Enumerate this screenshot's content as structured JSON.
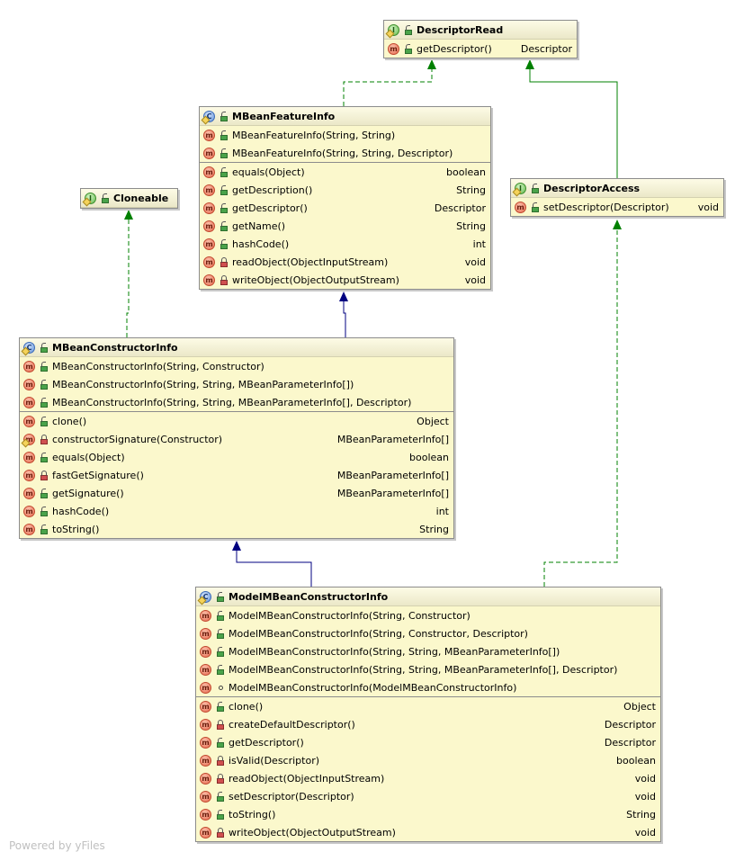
{
  "diagram": {
    "type": "uml-class-diagram",
    "footer": "Powered by yFiles",
    "colors": {
      "node_fill": "#fbf8cc",
      "node_border": "#8c8c8c",
      "implements_edge": "#008000",
      "extends_edge": "#000080"
    },
    "nodes": [
      {
        "id": "DescriptorRead",
        "kind": "interface",
        "icon": "interface-icon",
        "visibility": "public",
        "name": "DescriptorRead",
        "sections": [
          [
            {
              "icon": "abstract-method-icon",
              "vis": "public",
              "sig": "getDescriptor()",
              "ret": "Descriptor"
            }
          ]
        ]
      },
      {
        "id": "MBeanFeatureInfo",
        "kind": "class",
        "icon": "class-icon",
        "visibility": "public",
        "name": "MBeanFeatureInfo",
        "sections": [
          [
            {
              "icon": "method-icon",
              "vis": "public",
              "sig": "MBeanFeatureInfo(String, String)",
              "ret": ""
            },
            {
              "icon": "method-icon",
              "vis": "public",
              "sig": "MBeanFeatureInfo(String, String, Descriptor)",
              "ret": ""
            }
          ],
          [
            {
              "icon": "method-icon",
              "vis": "public",
              "sig": "equals(Object)",
              "ret": "boolean"
            },
            {
              "icon": "method-icon",
              "vis": "public",
              "sig": "getDescription()",
              "ret": "String"
            },
            {
              "icon": "method-icon",
              "vis": "public",
              "sig": "getDescriptor()",
              "ret": "Descriptor"
            },
            {
              "icon": "method-icon",
              "vis": "public",
              "sig": "getName()",
              "ret": "String"
            },
            {
              "icon": "method-icon",
              "vis": "public",
              "sig": "hashCode()",
              "ret": "int"
            },
            {
              "icon": "method-icon",
              "vis": "private",
              "sig": "readObject(ObjectInputStream)",
              "ret": "void"
            },
            {
              "icon": "method-icon",
              "vis": "private",
              "sig": "writeObject(ObjectOutputStream)",
              "ret": "void"
            }
          ]
        ]
      },
      {
        "id": "Cloneable",
        "kind": "interface",
        "icon": "interface-icon",
        "visibility": "public",
        "name": "Cloneable",
        "sections": []
      },
      {
        "id": "DescriptorAccess",
        "kind": "interface",
        "icon": "interface-icon",
        "visibility": "public",
        "name": "DescriptorAccess",
        "sections": [
          [
            {
              "icon": "abstract-method-icon",
              "vis": "public",
              "sig": "setDescriptor(Descriptor)",
              "ret": "void"
            }
          ]
        ]
      },
      {
        "id": "MBeanConstructorInfo",
        "kind": "class",
        "icon": "class-icon",
        "visibility": "public",
        "name": "MBeanConstructorInfo",
        "sections": [
          [
            {
              "icon": "method-icon",
              "vis": "public",
              "sig": "MBeanConstructorInfo(String, Constructor)",
              "ret": ""
            },
            {
              "icon": "method-icon",
              "vis": "public",
              "sig": "MBeanConstructorInfo(String, String, MBeanParameterInfo[])",
              "ret": ""
            },
            {
              "icon": "method-icon",
              "vis": "public",
              "sig": "MBeanConstructorInfo(String, String, MBeanParameterInfo[], Descriptor)",
              "ret": ""
            }
          ],
          [
            {
              "icon": "method-icon",
              "vis": "public",
              "sig": "clone()",
              "ret": "Object"
            },
            {
              "icon": "static-method-icon",
              "vis": "private",
              "sig": "constructorSignature(Constructor)",
              "ret": "MBeanParameterInfo[]"
            },
            {
              "icon": "method-icon",
              "vis": "public",
              "sig": "equals(Object)",
              "ret": "boolean"
            },
            {
              "icon": "method-icon",
              "vis": "private",
              "sig": "fastGetSignature()",
              "ret": "MBeanParameterInfo[]"
            },
            {
              "icon": "method-icon",
              "vis": "public",
              "sig": "getSignature()",
              "ret": "MBeanParameterInfo[]"
            },
            {
              "icon": "method-icon",
              "vis": "public",
              "sig": "hashCode()",
              "ret": "int"
            },
            {
              "icon": "method-icon",
              "vis": "public",
              "sig": "toString()",
              "ret": "String"
            }
          ]
        ]
      },
      {
        "id": "ModelMBeanConstructorInfo",
        "kind": "class",
        "icon": "class-icon",
        "visibility": "public",
        "name": "ModelMBeanConstructorInfo",
        "sections": [
          [
            {
              "icon": "method-icon",
              "vis": "public",
              "sig": "ModelMBeanConstructorInfo(String, Constructor)",
              "ret": ""
            },
            {
              "icon": "method-icon",
              "vis": "public",
              "sig": "ModelMBeanConstructorInfo(String, Constructor, Descriptor)",
              "ret": ""
            },
            {
              "icon": "method-icon",
              "vis": "public",
              "sig": "ModelMBeanConstructorInfo(String, String, MBeanParameterInfo[])",
              "ret": ""
            },
            {
              "icon": "method-icon",
              "vis": "public",
              "sig": "ModelMBeanConstructorInfo(String, String, MBeanParameterInfo[], Descriptor)",
              "ret": ""
            },
            {
              "icon": "method-icon",
              "vis": "package",
              "sig": "ModelMBeanConstructorInfo(ModelMBeanConstructorInfo)",
              "ret": ""
            }
          ],
          [
            {
              "icon": "method-icon",
              "vis": "public",
              "sig": "clone()",
              "ret": "Object"
            },
            {
              "icon": "method-icon",
              "vis": "private",
              "sig": "createDefaultDescriptor()",
              "ret": "Descriptor"
            },
            {
              "icon": "method-icon",
              "vis": "public",
              "sig": "getDescriptor()",
              "ret": "Descriptor"
            },
            {
              "icon": "method-icon",
              "vis": "private",
              "sig": "isValid(Descriptor)",
              "ret": "boolean"
            },
            {
              "icon": "method-icon",
              "vis": "private",
              "sig": "readObject(ObjectInputStream)",
              "ret": "void"
            },
            {
              "icon": "method-icon",
              "vis": "public",
              "sig": "setDescriptor(Descriptor)",
              "ret": "void"
            },
            {
              "icon": "method-icon",
              "vis": "public",
              "sig": "toString()",
              "ret": "String"
            },
            {
              "icon": "method-icon",
              "vis": "private",
              "sig": "writeObject(ObjectOutputStream)",
              "ret": "void"
            }
          ]
        ]
      }
    ],
    "edges": [
      {
        "from": "MBeanFeatureInfo",
        "to": "DescriptorRead",
        "relation": "implements",
        "style": "dashed"
      },
      {
        "from": "DescriptorAccess",
        "to": "DescriptorRead",
        "relation": "extends",
        "style": "solid-green"
      },
      {
        "from": "MBeanConstructorInfo",
        "to": "Cloneable",
        "relation": "implements",
        "style": "dashed"
      },
      {
        "from": "MBeanConstructorInfo",
        "to": "MBeanFeatureInfo",
        "relation": "extends",
        "style": "solid-blue"
      },
      {
        "from": "ModelMBeanConstructorInfo",
        "to": "MBeanConstructorInfo",
        "relation": "extends",
        "style": "solid-blue"
      },
      {
        "from": "ModelMBeanConstructorInfo",
        "to": "DescriptorAccess",
        "relation": "implements",
        "style": "dashed"
      }
    ]
  }
}
